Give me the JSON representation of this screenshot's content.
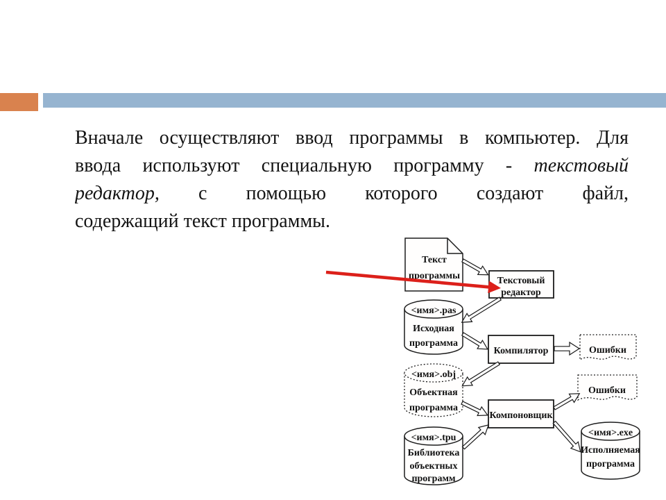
{
  "slide": {
    "accent_colors": {
      "orange": "#d9824e",
      "blue": "#96b4d0"
    },
    "paragraph": {
      "line1": "Вначале осуществляют ввод программы в компьютер. Для",
      "line2_normal": "ввода используют специальную программу - ",
      "line2_italic": "текстовый",
      "line3_italic": "редактор,",
      "line3_normal": " с помощью которого создают файл,",
      "line4": "содержащий текст программы."
    }
  },
  "diagram": {
    "red_arrow_color": "#dc201a",
    "nodes": {
      "source_doc": {
        "line1": "Текст",
        "line2": "программы"
      },
      "text_editor": {
        "line1": "Текстовый",
        "line2": "редактор"
      },
      "pas_cylinder": {
        "file": "<имя>.pas",
        "line1": "Исходная",
        "line2": "программа"
      },
      "compiler": {
        "label": "Компилятор"
      },
      "errors1": {
        "label": "Ошибки"
      },
      "obj_cylinder": {
        "file": "<имя>.obj",
        "line1": "Объектная",
        "line2": "программа"
      },
      "linker": {
        "label": "Компоновщик"
      },
      "errors2": {
        "label": "Ошибки"
      },
      "tpu_cylinder": {
        "file": "<имя>.tpu",
        "line1": "Библиотека",
        "line2": "объектных",
        "line3": "программ"
      },
      "exe_cylinder": {
        "file": "<имя>.exe",
        "line1": "Исполняемая",
        "line2": "программа"
      }
    }
  }
}
